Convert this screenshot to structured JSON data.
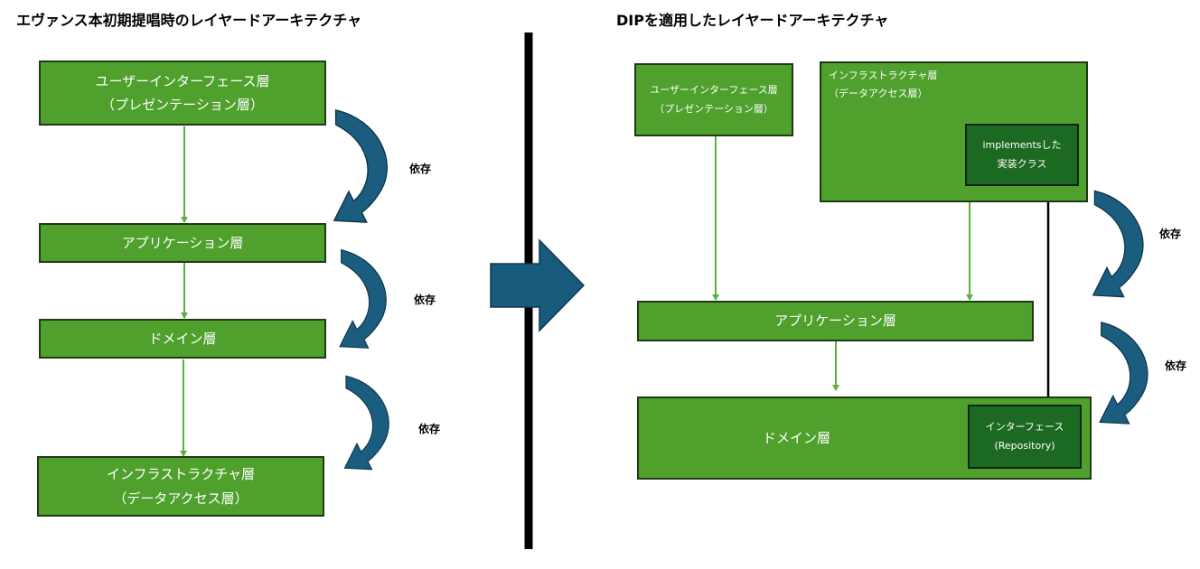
{
  "left": {
    "title": "エヴァンス本初期提唱時のレイヤードアーキテクチャ",
    "ui_layer": {
      "line1": "ユーザーインターフェース層",
      "line2": "（プレゼンテーション層）"
    },
    "app_layer": "アプリケーション層",
    "domain_layer": "ドメイン層",
    "infra_layer": {
      "line1": "インフラストラクチャ層",
      "line2": "（データアクセス層）"
    },
    "dep_labels": [
      "依存",
      "依存",
      "依存"
    ]
  },
  "right": {
    "title": "DIPを適用したレイヤードアーキテクチャ",
    "ui_layer": {
      "line1": "ユーザーインターフェース層",
      "line2": "（プレゼンテーション層）"
    },
    "infra_layer": {
      "line1": "インフラストラクチャ層",
      "line2": "（データアクセス層）"
    },
    "impl_class": {
      "line1": "implementsした",
      "line2": "実装クラス"
    },
    "app_layer": "アプリケーション層",
    "domain_layer": "ドメイン層",
    "interface": {
      "line1": "インターフェース",
      "line2": "(Repository)"
    },
    "dep_labels": [
      "依存",
      "依存"
    ]
  },
  "colors": {
    "layer_fill": "#4fa02d",
    "inner_fill": "#1c6a21",
    "flow_arrow": "#5bb13c",
    "curved_arrow": "#1b5d7f",
    "transition_arrow": "#175a7b",
    "divider": "#000000"
  },
  "icons": {
    "transition": "right-block-arrow-icon",
    "dependency": "curved-down-arrow-icon"
  }
}
